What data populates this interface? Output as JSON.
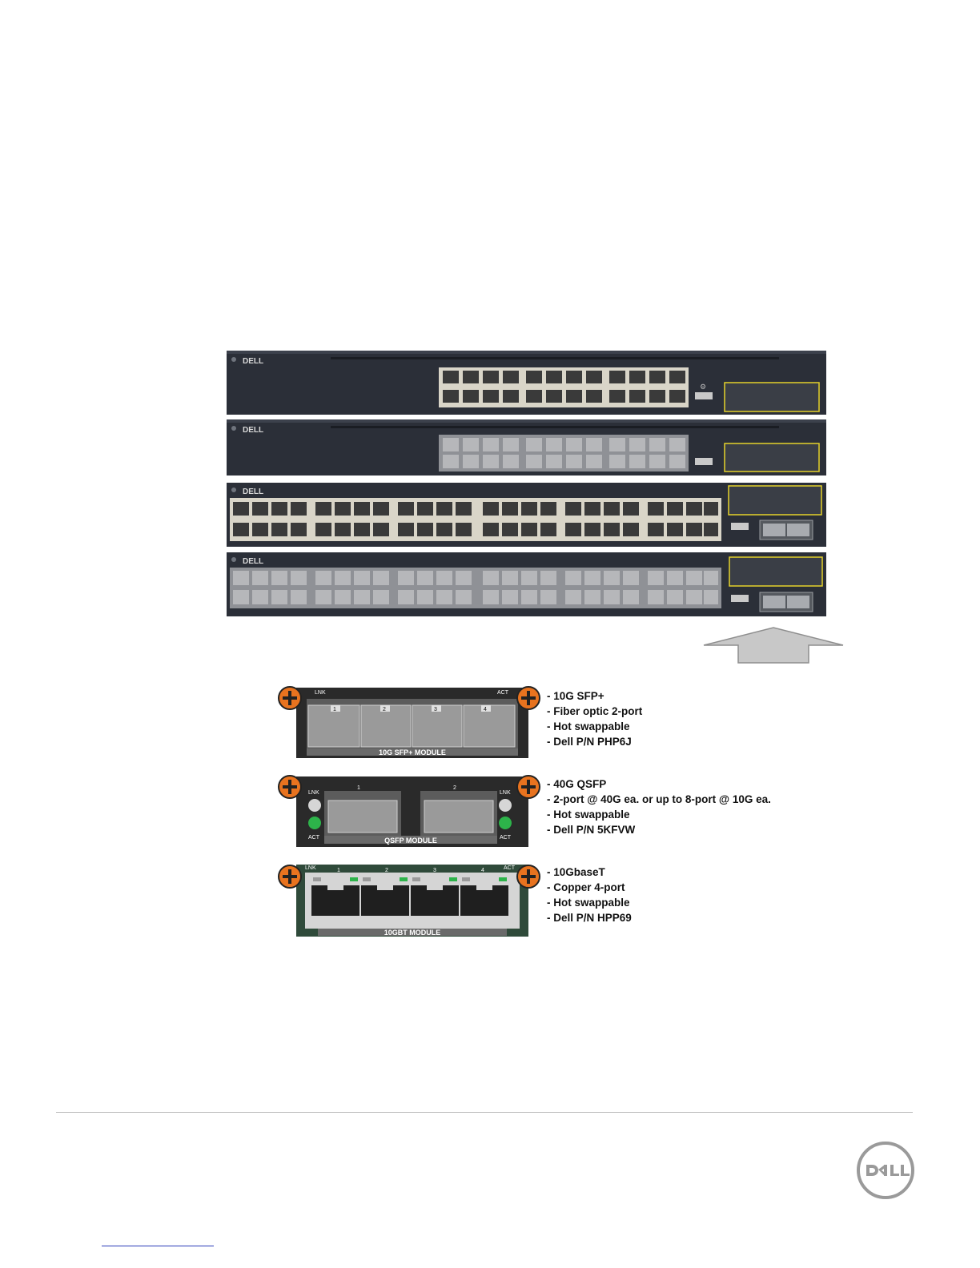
{
  "brand_label": "DELL",
  "modules": [
    {
      "label": "10G SFP+ MODULE",
      "lnk_label": "LNK",
      "act_label": "ACT",
      "port_numbers": [
        "1",
        "2",
        "3",
        "4"
      ],
      "description": [
        "- 10G SFP+",
        "- Fiber optic 2-port",
        "- Hot swappable",
        "- Dell P/N  PHP6J"
      ]
    },
    {
      "label": "QSFP  MODULE",
      "lnk_label": "LNK",
      "act_label": "ACT",
      "port_numbers": [
        "1",
        "2"
      ],
      "description": [
        "- 40G QSFP",
        "- 2-port @ 40G ea. or up to 8-port @ 10G ea.",
        "- Hot swappable",
        "- Dell P/N 5KFVW"
      ]
    },
    {
      "label": "10GBT MODULE",
      "lnk_label": "LNK",
      "act_label": "ACT",
      "port_numbers": [
        "1",
        "2",
        "3",
        "4"
      ],
      "description": [
        "- 10GbaseT",
        "- Copper 4-port",
        "- Hot swappable",
        "- Dell P/N  HPP69"
      ]
    }
  ],
  "colors": {
    "switch_body": "#2b2f38",
    "module_slot_outline": "#e4d22a",
    "arrow_fill": "#c8c8c8",
    "screw": "#e8731f",
    "act_led": "#2db34a"
  }
}
